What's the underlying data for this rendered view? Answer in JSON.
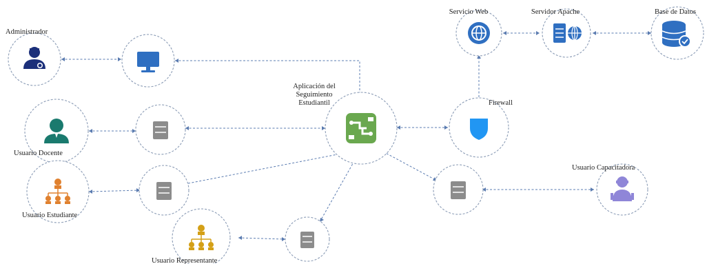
{
  "labels": {
    "administrador": "Administrador",
    "app_line1": "Aplicación del",
    "app_line2": "Seguimiento",
    "app_line3": "Estudiantil",
    "servicio_web": "Servicio Web",
    "servidor_apache": "Servidor Apache",
    "base_datos": "Base de Datos",
    "firewall": "Firewall",
    "docente": "Usuario Docente",
    "estudiante": "Usuario Estudiante",
    "representante": "Usuario Representante",
    "capacitadora": "Usuario Capacitadora"
  },
  "colors": {
    "edge": "#5a7bb0",
    "ring": "#8a9bb5",
    "blue_icon": "#2f6fc1",
    "navy_icon": "#1b2f7a",
    "teal_icon": "#1a7a6e",
    "orange_icon": "#e0812f",
    "gold_icon": "#d4a017",
    "green_icon": "#6aa84f",
    "purple_icon": "#8f86d8",
    "gray_icon": "#8c8c8c"
  },
  "icons": {
    "administrador": "admin-user-icon",
    "admin_terminal": "monitor-icon",
    "app": "integration-icon",
    "servicio_web": "web-service-icon",
    "servidor_apache": "server-icon",
    "base_datos": "database-icon",
    "firewall": "shield-icon",
    "docente": "user-icon",
    "estudiante": "org-chart-icon",
    "representante": "org-chart-icon",
    "capacitadora": "person-icon",
    "terminal": "computer-icon"
  }
}
